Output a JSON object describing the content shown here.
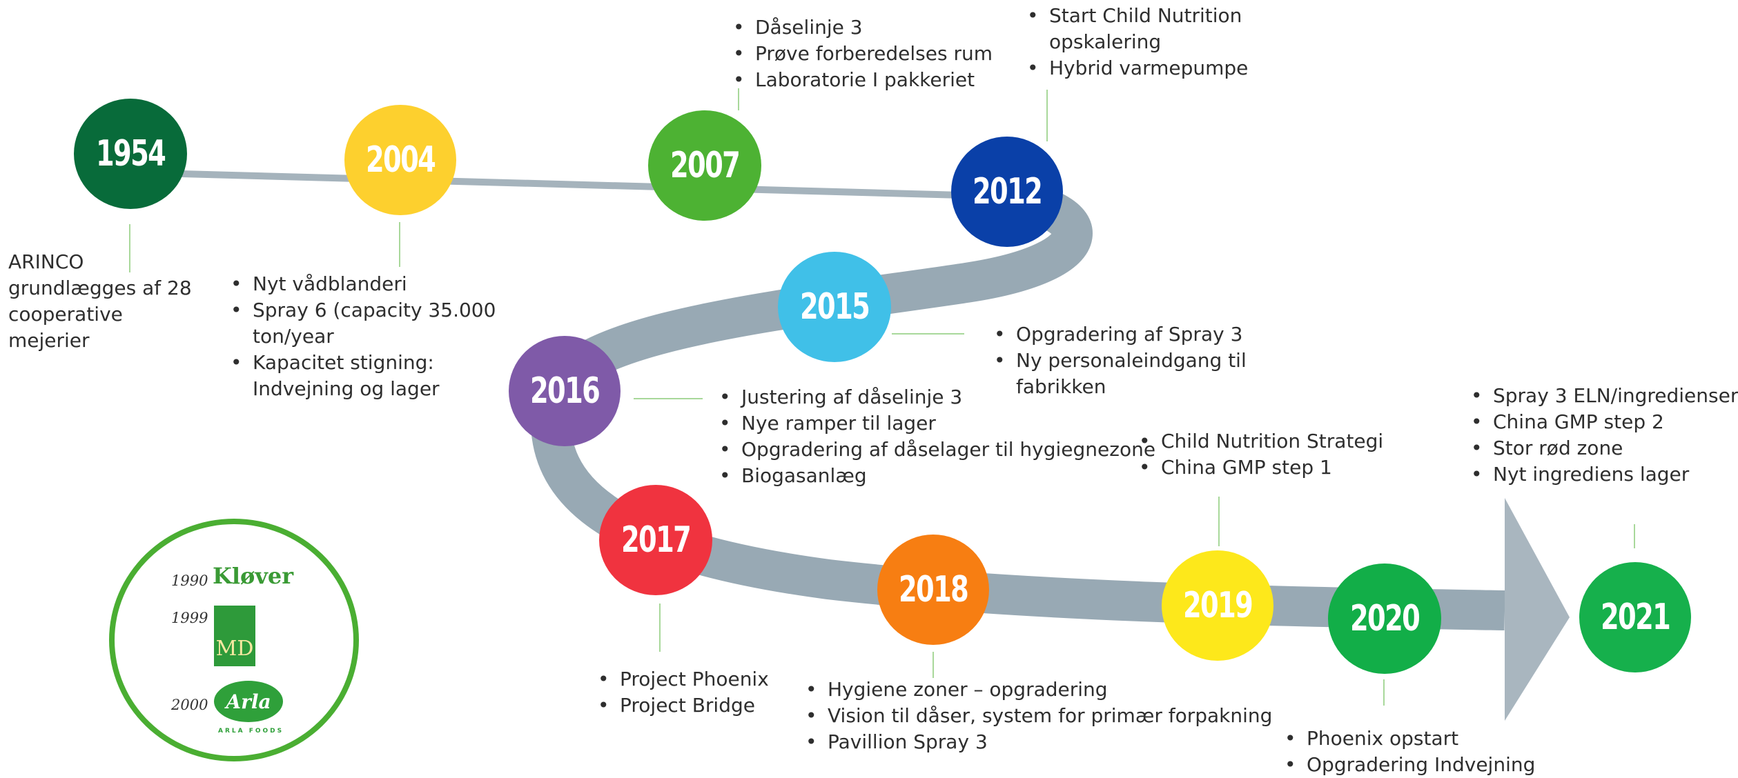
{
  "colors": {
    "road": "#8b9ba6",
    "connector": "#a8d89a",
    "y1954": "#086b3a",
    "y2004": "#fdd02e",
    "y2007": "#4db233",
    "y2012": "#0a40a8",
    "y2015": "#40c0e8",
    "y2016": "#7f5aa8",
    "y2017": "#f0333f",
    "y2018": "#f77e12",
    "y2019": "#fde81b",
    "y2020": "#12ae48",
    "y2021": "#16b04c",
    "brandRing": "#4aae32"
  },
  "milestones": {
    "m1954": {
      "year": "1954",
      "text": "ARINCO grundlægges af 28 cooperative mejerier"
    },
    "m2004": {
      "year": "2004",
      "items": [
        "Nyt vådblanderi",
        "Spray 6 (capacity 35.000 ton/year",
        "Kapacitet stigning: Indvejning og lager"
      ]
    },
    "m2007": {
      "year": "2007",
      "items": [
        "Dåselinje 3",
        "Prøve forberedelses rum",
        "Laboratorie I pakkeriet"
      ]
    },
    "m2012": {
      "year": "2012",
      "items": [
        "Start Child Nutrition opskalering",
        "Hybrid varmepumpe"
      ]
    },
    "m2015": {
      "year": "2015",
      "items": [
        "Opgradering af Spray 3",
        "Ny personaleindgang til fabrikken"
      ]
    },
    "m2016": {
      "year": "2016",
      "items": [
        "Justering af dåselinje 3",
        "Nye ramper til lager",
        "Opgradering af dåselager til hygiegnezone",
        "Biogasanlæg"
      ]
    },
    "m2017": {
      "year": "2017",
      "items": [
        "Project Phoenix",
        "Project Bridge"
      ]
    },
    "m2018": {
      "year": "2018",
      "items": [
        "Hygiene zoner – opgradering",
        "Vision til dåser, system for primær forpakning",
        "Pavillion Spray 3"
      ]
    },
    "m2019": {
      "year": "2019",
      "items": [
        "Child Nutrition Strategi",
        "China GMP step 1"
      ]
    },
    "m2020": {
      "year": "2020",
      "items": [
        "Phoenix opstart",
        "Opgradering Indvejning"
      ]
    },
    "m2021": {
      "year": "2021",
      "items": [
        "Spray 3 ELN/ingredienser",
        "China GMP step 2",
        "Stor rød zone",
        "Nyt ingrediens lager"
      ]
    }
  },
  "brands": {
    "b1990": {
      "year": "1990",
      "name": "Kløver"
    },
    "b1999": {
      "year": "1999",
      "name": "MD"
    },
    "b2000": {
      "year": "2000",
      "name": "Arla",
      "sub": "ARLA FOODS"
    }
  }
}
